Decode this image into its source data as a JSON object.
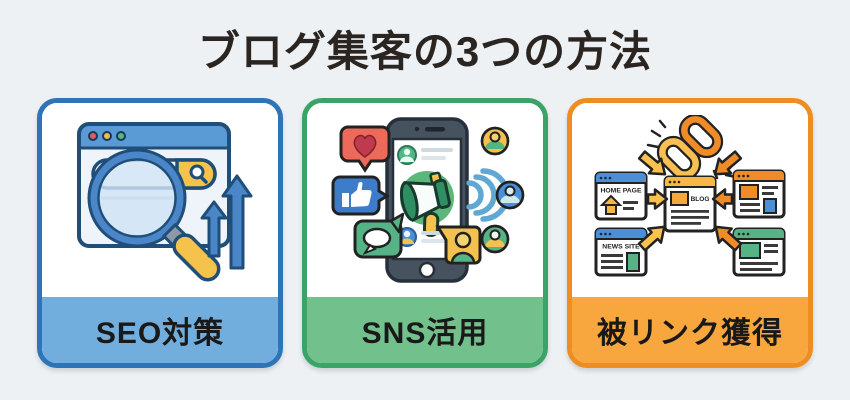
{
  "palette": {
    "page_background": "#eef1f4",
    "title_color": "#2b2522",
    "label_text_color": "#191919"
  },
  "title": "ブログ集客の3つの方法",
  "cards": [
    {
      "id": "seo",
      "label": "SEO対策",
      "border_color": "#2e74b8",
      "label_background": "#72aedd",
      "illustration": "browser-search-ranking",
      "icons": [
        "browser-window-icon",
        "search-bar-icon",
        "magnifier-icon",
        "growth-arrows-icon"
      ]
    },
    {
      "id": "sns",
      "label": "SNS活用",
      "border_color": "#3aa366",
      "label_background": "#72c08c",
      "illustration": "smartphone-social-broadcast",
      "icons": [
        "smartphone-icon",
        "megaphone-icon",
        "heart-reaction-icon",
        "thumbs-up-icon",
        "chat-bubble-icon",
        "person-mention-icon",
        "signal-waves-icon",
        "follower-avatars-icon"
      ]
    },
    {
      "id": "backlinks",
      "label": "被リンク獲得",
      "border_color": "#ee8d22",
      "label_background": "#f7a73e",
      "illustration": "backlink-network",
      "icons": [
        "chain-link-icon",
        "homepage-site-icon",
        "news-site-icon",
        "blog-site-icon",
        "article-site-icon",
        "green-site-icon",
        "link-arrows-icon"
      ],
      "art_labels": {
        "home": "HOME PAGE",
        "news": "NEWS SITE",
        "blog": "BLOG"
      }
    }
  ]
}
